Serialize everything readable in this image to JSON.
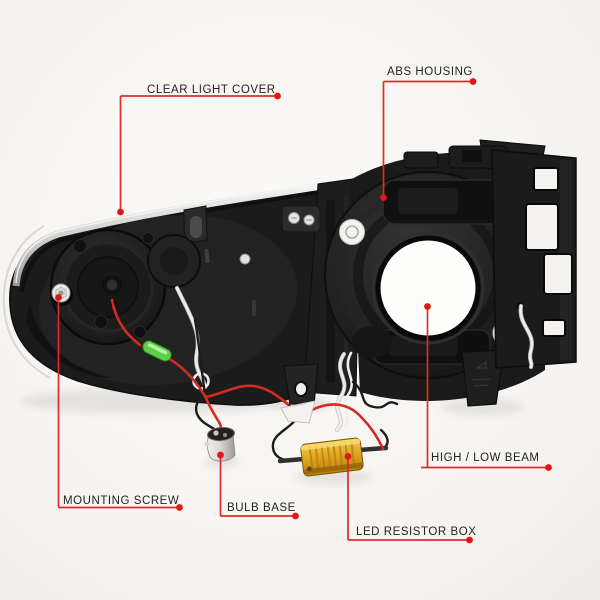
{
  "figure": {
    "type": "annotated-product-photo",
    "subject": "headlight assembly rear view with wiring harness"
  },
  "colors": {
    "annotation_red": "#e12b28",
    "label_text": "#232323",
    "background": "#f6f4f1",
    "housing_black": "#1b1b1b",
    "chrome_trim": "#d8d7d4",
    "resistor_gold": "#d9a227",
    "connector_green": "#5ecf4a",
    "wire_red": "#d42a20",
    "wire_white": "#efeeec",
    "screw_silver": "#f2f2f0"
  },
  "annotations": {
    "labels": [
      {
        "id": "clear-light-cover",
        "text": "CLEAR LIGHT COVER"
      },
      {
        "id": "abs-housing",
        "text": "ABS HOUSING"
      },
      {
        "id": "high-low-beam",
        "text": "HIGH / LOW BEAM"
      },
      {
        "id": "mounting-screw",
        "text": "MOUNTING SCREW"
      },
      {
        "id": "bulb-base",
        "text": "BULB BASE"
      },
      {
        "id": "led-resistor-box",
        "text": "LED RESISTOR BOX"
      }
    ]
  }
}
